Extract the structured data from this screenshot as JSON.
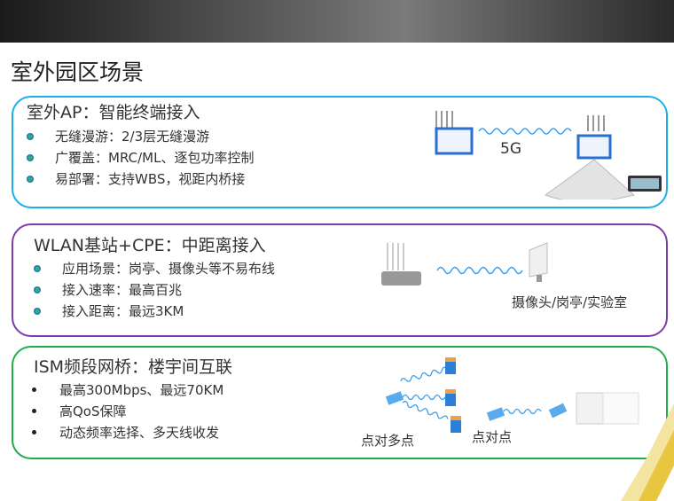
{
  "title": "室外园区场景",
  "sections": [
    {
      "heading": "室外AP：智能终端接入",
      "items": [
        "无缝漫游：2/3层无缝漫游",
        "广覆盖：MRC/ML、逐包功率控制",
        "易部署：支持WBS，视距内桥接"
      ],
      "diagram_label": "5G"
    },
    {
      "heading": "WLAN基站+CPE：中距离接入",
      "items": [
        "应用场景：岗亭、摄像头等不易布线",
        "接入速率：最高百兆",
        "接入距离：最远3KM"
      ],
      "diagram_label": "摄像头/岗亭/实验室"
    },
    {
      "heading": "ISM频段网桥：楼宇间互联",
      "items": [
        "最高300Mbps、最远70KM",
        "高QoS保障",
        "动态频率选择、多天线收发"
      ],
      "diagram_labels": [
        "点对多点",
        "点对点"
      ]
    }
  ],
  "colors": {
    "box1": "#1ab0e8",
    "box2": "#7a3ea8",
    "box3": "#1fae4a"
  }
}
